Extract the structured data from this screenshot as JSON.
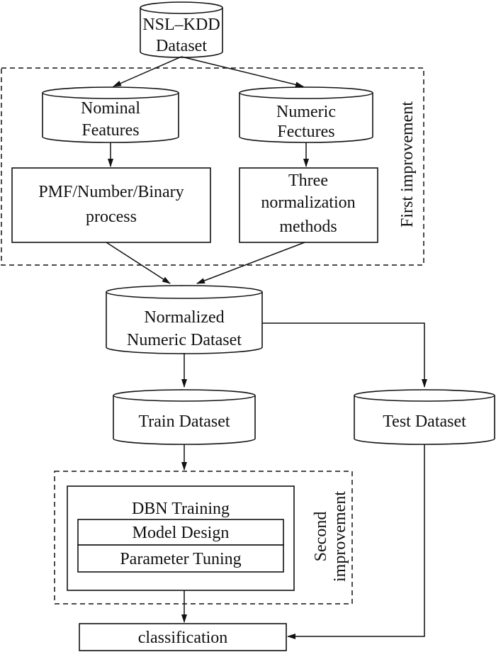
{
  "nodes": {
    "nsl_kdd": {
      "lines": [
        "NSL–KDD",
        "Dataset"
      ],
      "shape": "cylinder"
    },
    "nominal": {
      "lines": [
        "Nominal",
        "Features"
      ],
      "shape": "cylinder"
    },
    "numeric": {
      "lines": [
        "Numeric",
        "Fectures"
      ],
      "shape": "cylinder"
    },
    "pmf": {
      "lines": [
        "PMF/Number/Binary",
        "process"
      ],
      "shape": "box"
    },
    "normalization": {
      "lines": [
        "Three",
        "normalization",
        "methods"
      ],
      "shape": "box"
    },
    "normalized": {
      "lines": [
        "Normalized",
        "Numeric Dataset"
      ],
      "shape": "cylinder"
    },
    "train": {
      "lines": [
        "Train Dataset"
      ],
      "shape": "cylinder"
    },
    "test": {
      "lines": [
        "Test Dataset"
      ],
      "shape": "cylinder"
    },
    "dbn_title": {
      "lines": [
        "DBN Training"
      ],
      "shape": "box"
    },
    "model_design": {
      "lines": [
        "Model Design"
      ],
      "shape": "box"
    },
    "parameter_tuning": {
      "lines": [
        "Parameter Tuning"
      ],
      "shape": "box"
    },
    "classification": {
      "lines": [
        "classification"
      ],
      "shape": "box"
    }
  },
  "groups": {
    "first": {
      "label": "First improvement"
    },
    "second": {
      "label_lines": [
        "Second",
        "improvement"
      ]
    }
  },
  "colors": {
    "stroke": "#111111",
    "background": "#ffffff"
  }
}
